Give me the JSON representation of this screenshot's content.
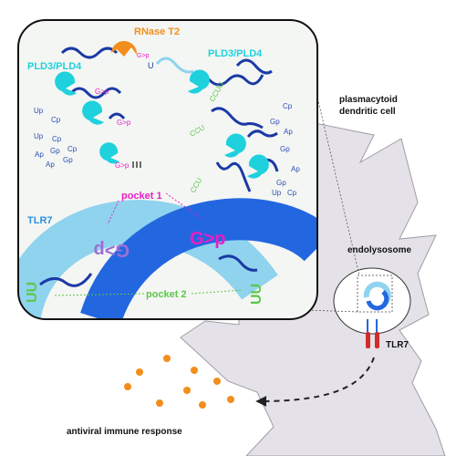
{
  "labels": {
    "rnase": "RNase T2",
    "pld_left": "PLD3/PLD4",
    "pld_right": "PLD3/PLD4",
    "pocket1": "pocket 1",
    "pocket2": "pocket 2",
    "tlr7_inset": "TLR7",
    "tlr7_cell": "TLR7",
    "cell_line1": "plasmacytoid",
    "cell_line2": "dendritic cell",
    "endolysosome": "endolysosome",
    "response": "antiviral immune response"
  },
  "glyphs": {
    "g_p": "G>p",
    "g_p_mirror": "G>p",
    "ccu": "CCU",
    "u": "U",
    "uu": "UU"
  },
  "nucleotides": {
    "up": "Up",
    "cp": "Cp",
    "gp": "Gp",
    "ap": "Ap",
    "ccuu": "CCUU",
    "ccu": "CCU"
  },
  "colors": {
    "orange": "#f28e1c",
    "cyan": "#1ed1dd",
    "navy": "#1b3aa6",
    "blue": "#2367e0",
    "light_blue": "#8fd3ee",
    "magenta": "#e91ec5",
    "green": "#5bc84a",
    "cell_gray": "#e4e2e8",
    "red": "#d32a2a"
  }
}
